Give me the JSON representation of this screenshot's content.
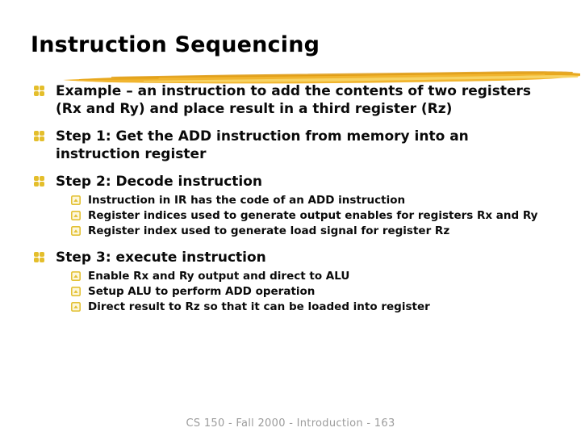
{
  "slide": {
    "title": "Instruction Sequencing",
    "bullets": [
      {
        "lines": [
          "Example – an instruction to add the contents of two registers",
          "(Rx and Ry) and place result in a third register (Rz)"
        ],
        "sub": []
      },
      {
        "lines": [
          "Step 1: Get the ADD instruction from memory into an",
          "instruction register"
        ],
        "sub": []
      },
      {
        "lines": [
          "Step 2: Decode instruction"
        ],
        "sub": [
          "Instruction in IR has the code of an ADD instruction",
          "Register indices used to generate output enables for registers Rx and Ry",
          "Register index used to generate load signal for register Rz"
        ]
      },
      {
        "lines": [
          "Step 3: execute instruction"
        ],
        "sub": [
          "Enable Rx and Ry output and direct to ALU",
          "Setup ALU to perform ADD operation",
          "Direct result to Rz so that it can be loaded into register"
        ]
      }
    ],
    "footer": "CS 150 - Fall 2000 - Introduction - 163",
    "colors": {
      "bullet_gold": "#E4BE2B",
      "sub_bullet_gold": "#E3C135",
      "brush_main": "#F1B52F",
      "brush_dark": "#DE9A12",
      "brush_light": "#F7D669",
      "text": "#0A0A0A",
      "footer_gray": "#9C9C9C"
    },
    "icons": {
      "level1_bullet": "command-flower-icon",
      "level2_bullet": "arrow-square-icon"
    }
  }
}
